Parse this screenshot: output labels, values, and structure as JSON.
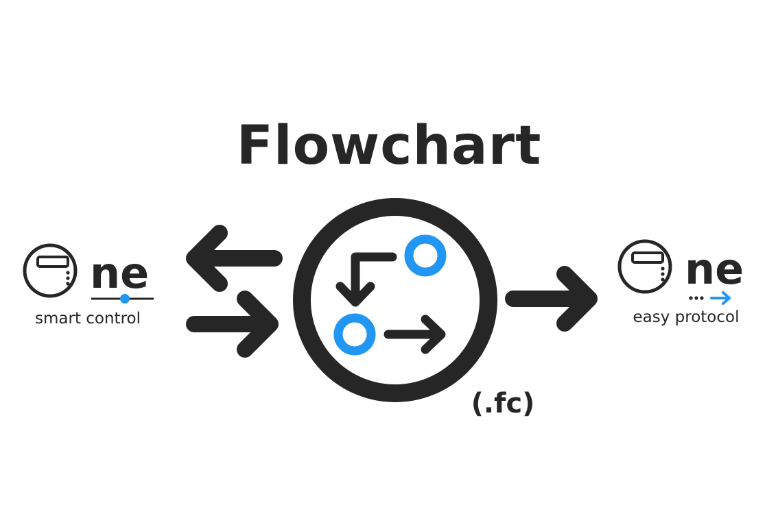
{
  "title": "Flowchart",
  "extension": "(.fc)",
  "left_logo": {
    "wordmark": "ne",
    "tagline": "smart control"
  },
  "right_logo": {
    "wordmark": "ne",
    "tagline": "easy protocol"
  },
  "colors": {
    "dark": "#262626",
    "accent": "#2196f3",
    "background": "#ffffff"
  },
  "icons": {
    "center": "flowchart-icon",
    "left_logo": "one-smart-control-logo",
    "right_logo": "one-easy-protocol-logo",
    "arrow_to_left": "arrow-left-icon",
    "arrow_from_left": "arrow-right-icon",
    "arrow_to_right": "arrow-right-icon"
  }
}
